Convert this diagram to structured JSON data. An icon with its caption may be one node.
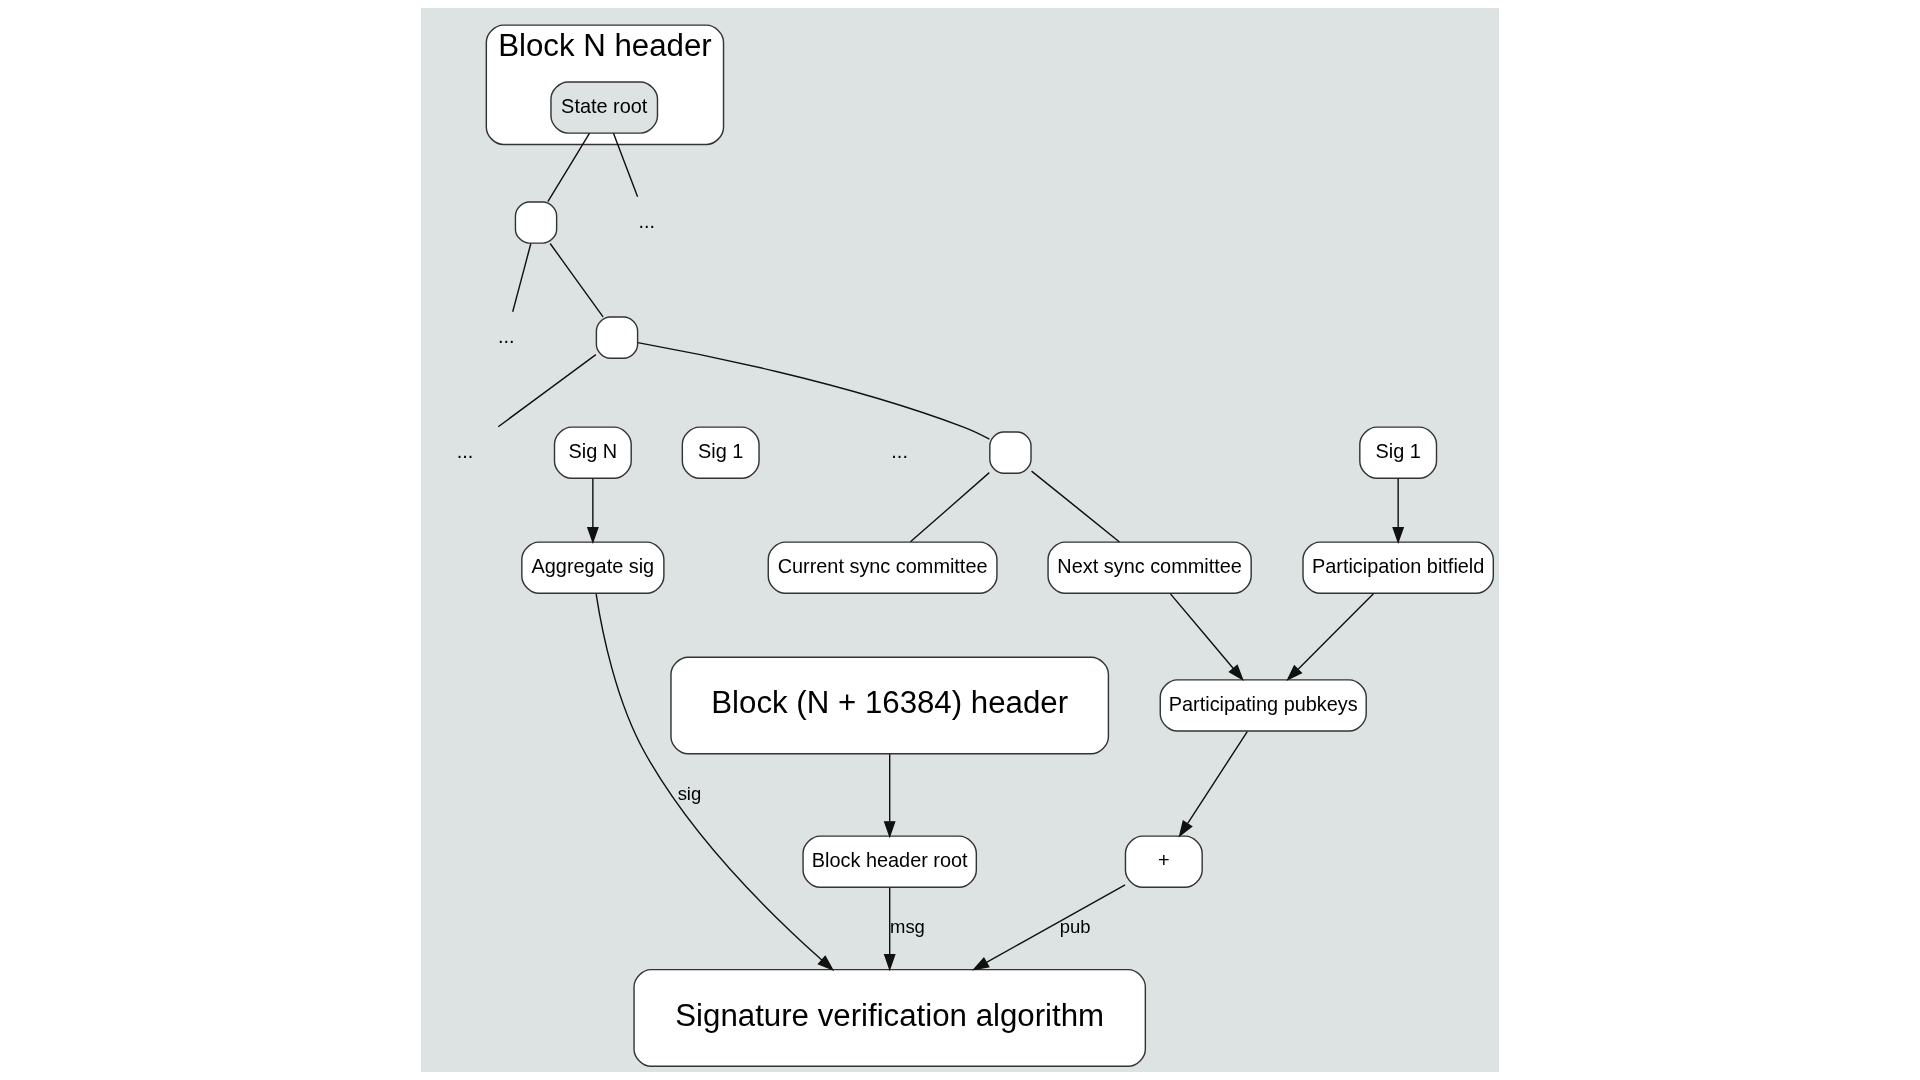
{
  "diagram": {
    "nodes": [
      {
        "text": [
          "Block N header"
        ]
      },
      {
        "text": [
          "State root"
        ],
        "in": 0
      },
      {
        "text": [],
        "shape": "box"
      },
      {
        "text": [
          "..."
        ]
      },
      {
        "text": [
          "..."
        ]
      },
      {
        "text": [],
        "shape": "box"
      },
      {
        "text": [
          "..."
        ]
      },
      {
        "text": [],
        "shape": "box"
      },
      {
        "text": [
          "Current sync committee"
        ]
      },
      {
        "text": [
          "Next sync committee"
        ]
      },
      {
        "text": [
          "Block (N + 16384) header"
        ]
      },
      {
        "text": [
          "Block header root"
        ]
      },
      {
        "text": [
          "Participating pubkeys"
        ]
      },
      {
        "text": [
          "+"
        ]
      },
      {
        "text": [
          "Participation bitfield"
        ]
      },
      {
        "text": [
          "Aggregate sig"
        ]
      },
      {
        "text": [
          "Sig 1"
        ]
      },
      {
        "text": [
          "Sig 1"
        ]
      },
      {
        "text": [
          "Sig N"
        ]
      },
      {
        "text": [
          "Signature verification algorithm"
        ]
      }
    ],
    "edges": [
      {
        "from": 1,
        "to": 2,
        "arrow": "none"
      },
      {
        "from": 1,
        "to": 3,
        "arrow": "none"
      },
      {
        "from": 2,
        "to": 4,
        "arrow": "none"
      },
      {
        "from": 2,
        "to": 5,
        "arrow": "none"
      },
      {
        "from": 5,
        "to": 7,
        "arrow": "none"
      },
      {
        "from": 5,
        "to": 6,
        "arrow": "none"
      },
      {
        "from": 7,
        "to": 8,
        "arrow": "none"
      },
      {
        "from": 7,
        "to": 9,
        "arrow": "none"
      },
      {
        "from": 9,
        "to": 12,
        "arrow": "to"
      },
      {
        "from": 10,
        "to": 11,
        "arrow": "to"
      },
      {
        "from": 11,
        "to": 19,
        "arrow": "to",
        "label": "msg"
      },
      {
        "from": 12,
        "to": 13,
        "arrow": "to"
      },
      {
        "from": 13,
        "to": 19,
        "arrow": "to",
        "label": "pub"
      },
      {
        "from": 15,
        "to": 19,
        "arrow": "to",
        "label": "sig"
      },
      {
        "from": 14,
        "to": 12,
        "arrow": "to"
      },
      {
        "from": 16,
        "to": 14,
        "arrow": "to"
      },
      {
        "from": 18,
        "to": 15,
        "arrow": "to"
      }
    ],
    "labels": [
      "..."
    ]
  }
}
